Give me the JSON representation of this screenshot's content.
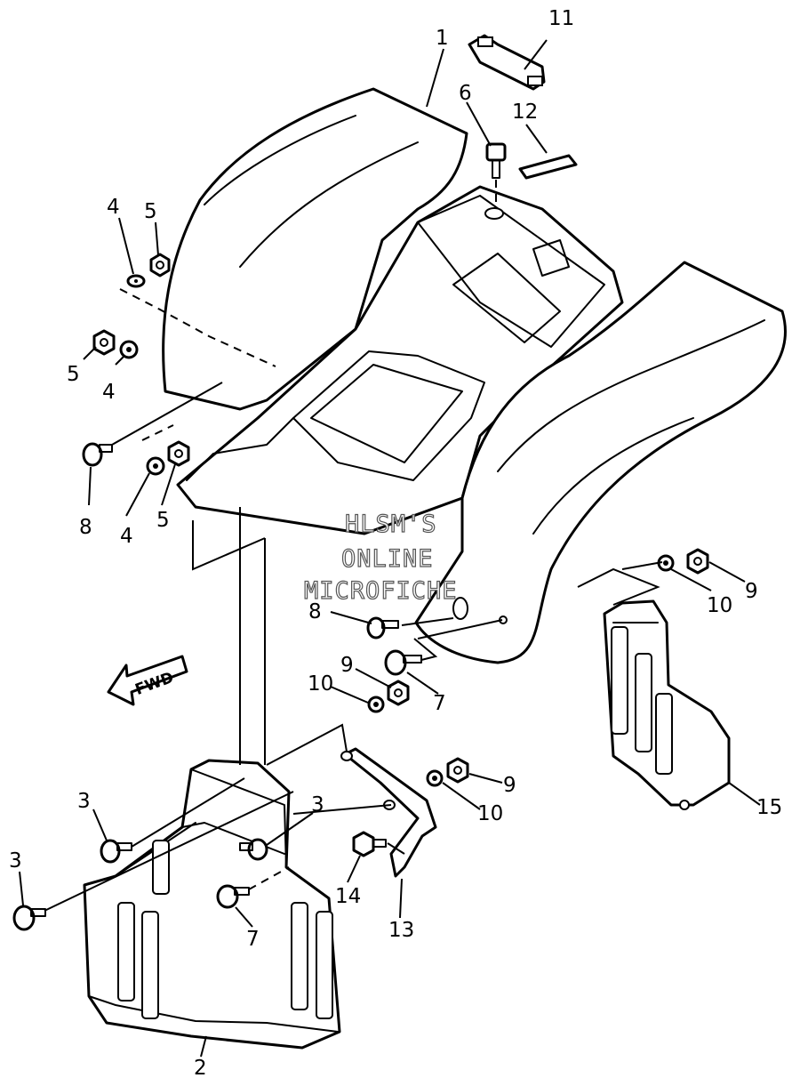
{
  "callouts": [
    {
      "id": "c1",
      "label": "1"
    },
    {
      "id": "c2",
      "label": "2"
    },
    {
      "id": "c3a",
      "label": "3"
    },
    {
      "id": "c3b",
      "label": "3"
    },
    {
      "id": "c3c",
      "label": "3"
    },
    {
      "id": "c4a",
      "label": "4"
    },
    {
      "id": "c4b",
      "label": "4"
    },
    {
      "id": "c4c",
      "label": "4"
    },
    {
      "id": "c5a",
      "label": "5"
    },
    {
      "id": "c5b",
      "label": "5"
    },
    {
      "id": "c5c",
      "label": "5"
    },
    {
      "id": "c6",
      "label": "6"
    },
    {
      "id": "c7a",
      "label": "7"
    },
    {
      "id": "c7b",
      "label": "7"
    },
    {
      "id": "c8a",
      "label": "8"
    },
    {
      "id": "c8b",
      "label": "8"
    },
    {
      "id": "c9a",
      "label": "9"
    },
    {
      "id": "c9b",
      "label": "9"
    },
    {
      "id": "c9c",
      "label": "9"
    },
    {
      "id": "c10a",
      "label": "10"
    },
    {
      "id": "c10b",
      "label": "10"
    },
    {
      "id": "c10c",
      "label": "10"
    },
    {
      "id": "c11",
      "label": "11"
    },
    {
      "id": "c12",
      "label": "12"
    },
    {
      "id": "c13",
      "label": "13"
    },
    {
      "id": "c14",
      "label": "14"
    },
    {
      "id": "c15",
      "label": "15"
    }
  ],
  "watermark": {
    "line1": "HLSM'S",
    "line2": "ONLINE",
    "line3": "MICROFICHE"
  },
  "fwd_label": "FWD"
}
